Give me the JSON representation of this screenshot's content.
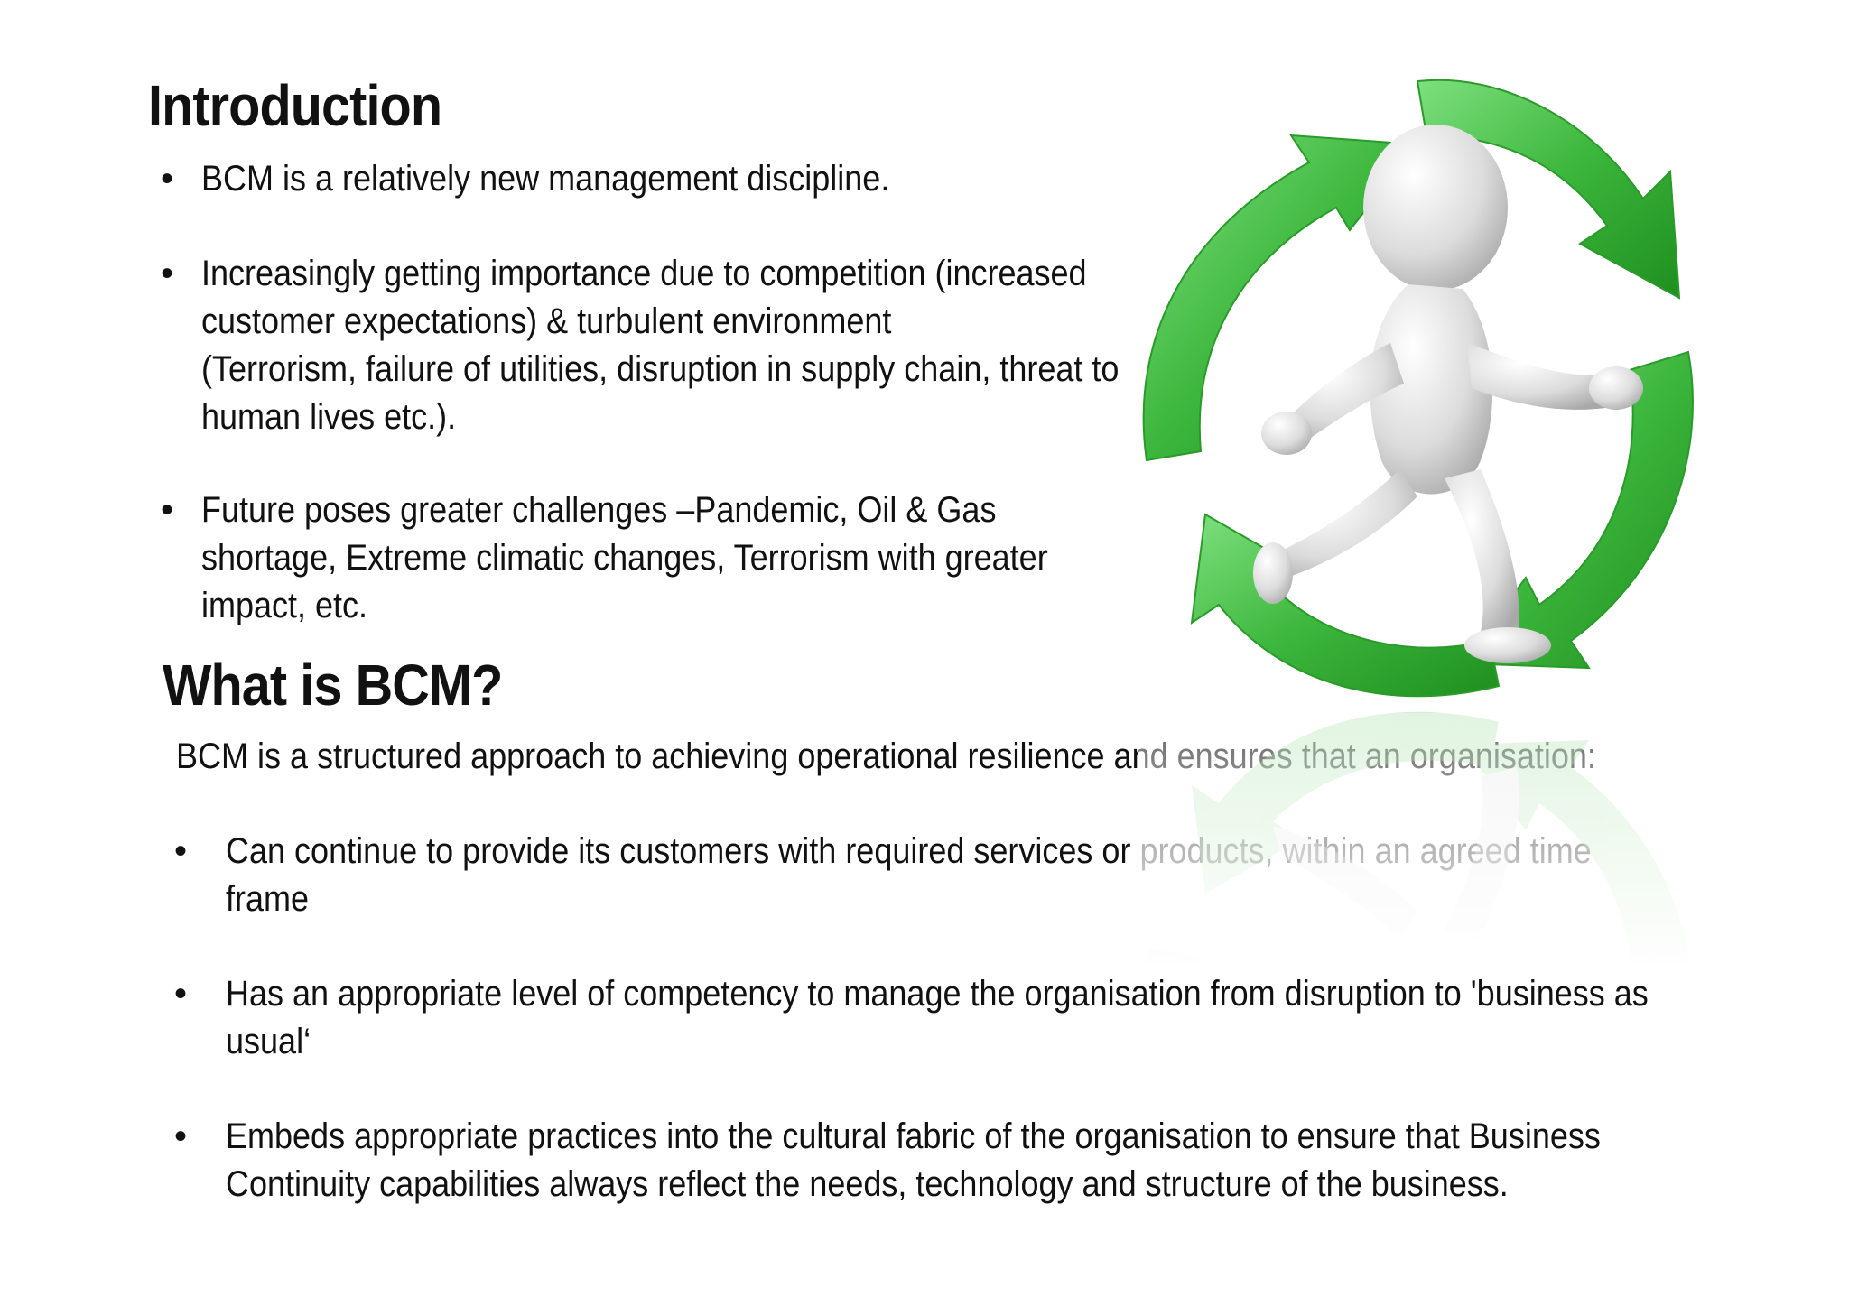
{
  "intro": {
    "title": "Introduction",
    "bullets": [
      {
        "lines": [
          "BCM is a relatively new management discipline."
        ]
      },
      {
        "lines": [
          "Increasingly getting importance due to competition (increased",
          "customer expectations) & turbulent environment",
          "(Terrorism, failure of utilities, disruption in supply chain, threat to",
          "human lives etc.)."
        ]
      },
      {
        "lines": [
          "Future poses greater challenges –Pandemic, Oil & Gas",
          "shortage, Extreme climatic changes, Terrorism with greater",
          "impact, etc."
        ]
      }
    ]
  },
  "bcm": {
    "title": "What is BCM?",
    "intro": "BCM is a structured approach to achieving operational resilience and ensures that an organisation:",
    "bullets": [
      {
        "lines": [
          "Can continue to provide its customers with required services or products, within an agreed time",
          "frame"
        ]
      },
      {
        "lines": [
          "Has an appropriate level of competency to manage the organisation from disruption to 'business as",
          "usual‘"
        ]
      },
      {
        "lines": [
          "Embeds appropriate practices into the cultural fabric of the organisation to ensure that Business",
          "Continuity capabilities always reflect the needs, technology and structure of the business."
        ]
      }
    ]
  },
  "bullet_symbol": "•",
  "figure": {
    "icon": "running-figure-in-green-arrows-cycle-icon",
    "arrow_color": "#3cb63c",
    "figure_color": "#d9d9d9"
  }
}
